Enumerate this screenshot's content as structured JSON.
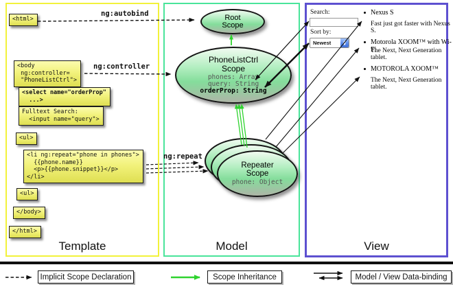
{
  "template": {
    "title": "Template",
    "html_open": "<html>",
    "body_open": "<body\n ng:controller=\n \"PhoneListCtrl\">",
    "select_box": "<select name=\"orderProp\"\n  ...>",
    "fulltext_box": "Fulltext Search:\n  <input name=\"query\">",
    "ul_open": "<ul>",
    "li_repeat": "<li ng:repeat=\"phone in phones\">\n  {{phone.name}}\n  <p>{{phone.snippet}}</p>\n</li>",
    "ul_close": "<ul>",
    "body_close": "</body>",
    "html_close": "</html>"
  },
  "model": {
    "title": "Model",
    "root_scope_title": "Root\nScope",
    "phonelist_title": "PhoneListCtrl\nScope",
    "phonelist_props": [
      "phones: Array",
      "query: String",
      "orderProp: String"
    ],
    "repeater_title": "Repeater\nScope",
    "repeater_prop": "phone: Object"
  },
  "view": {
    "title": "View",
    "search_label": "Search:",
    "sort_label": "Sort by:",
    "sort_value": "Newest",
    "items": [
      {
        "name": "Nexus S",
        "desc": "Fast just got faster with Nexus S."
      },
      {
        "name": "Motorola XOOM™  with Wi-Fi",
        "desc": "The Next, Next Generation tablet."
      },
      {
        "name": "MOTOROLA XOOM™",
        "desc": "The Next, Next Generation tablet."
      }
    ]
  },
  "connectors": {
    "autobind": "ng:autobind",
    "controller": "ng:controller",
    "repeat": "ng:repeat"
  },
  "legend": {
    "implicit": "Implicit Scope Declaration",
    "inheritance": "Scope Inheritance",
    "binding": "Model / View Data-binding"
  },
  "colors": {
    "template_border": "#f2f23a",
    "model_border": "#49e49a",
    "view_border": "#5d50d0",
    "inheritance_green": "#2ed32e",
    "code_box_yellow": "#eeee66"
  }
}
